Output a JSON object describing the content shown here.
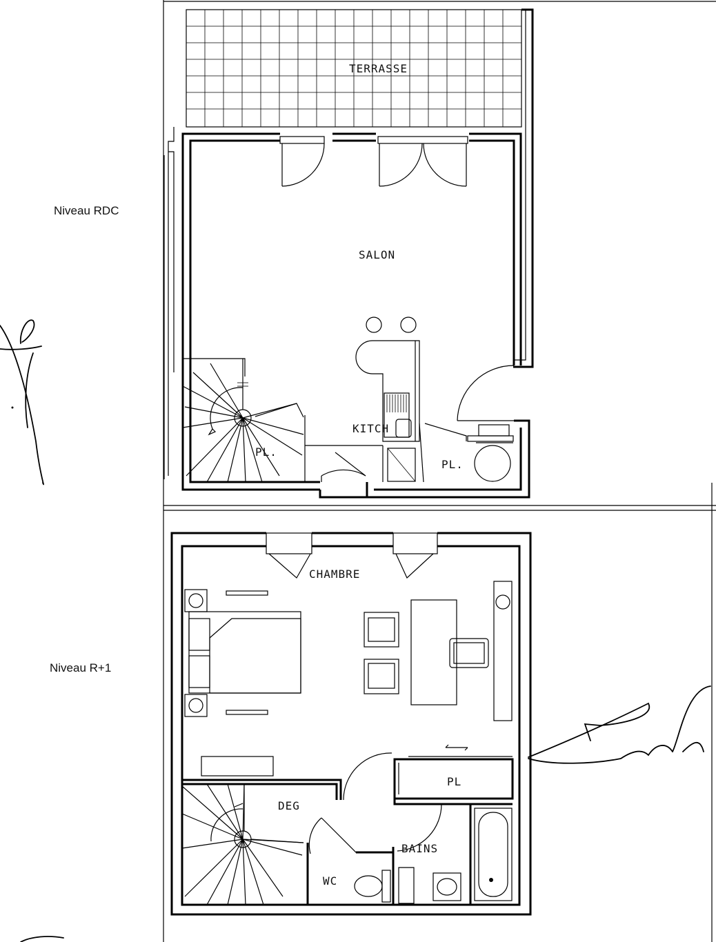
{
  "levels": {
    "ground": {
      "label": "Niveau RDC"
    },
    "upper": {
      "label": "Niveau R+1"
    }
  },
  "rooms": {
    "terrasse": "TERRASSE",
    "salon": "SALON",
    "kitch": "KITCH",
    "pl_stairs": "PL.",
    "pl_entry": "PL.",
    "chambre": "CHAMBRE",
    "deg": "DEG",
    "pl_upper": "PL",
    "bains": "BAINS",
    "wc": "WC"
  },
  "colors": {
    "ink": "#000000",
    "paper": "#ffffff"
  }
}
